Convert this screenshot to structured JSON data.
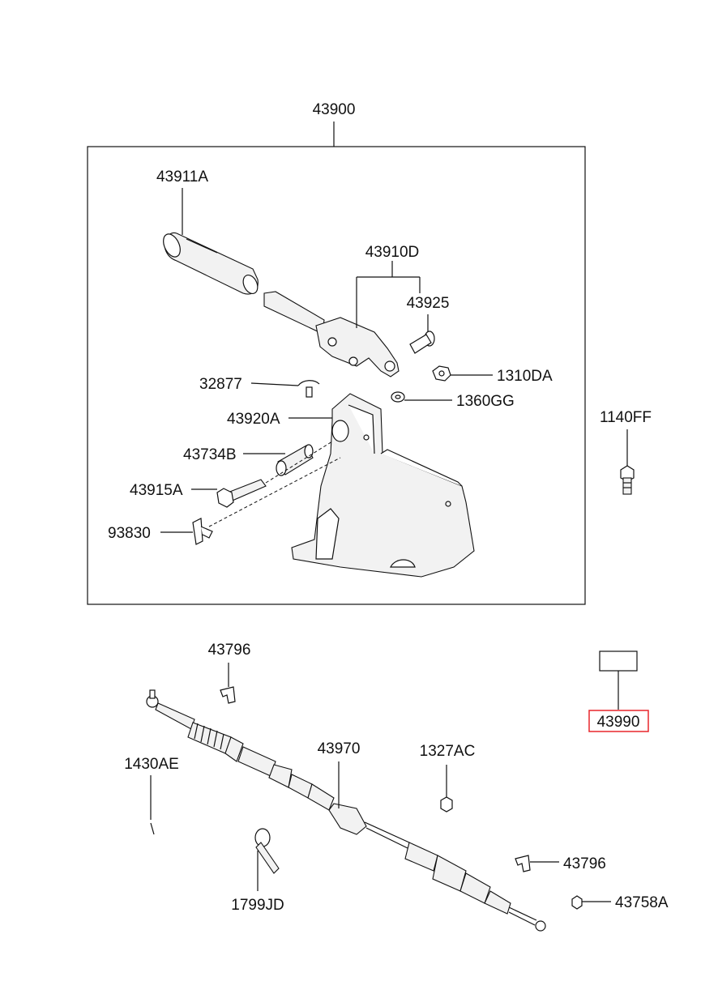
{
  "diagram": {
    "labels": {
      "assembly": "43900",
      "knob": "43911A",
      "lever": "43910D",
      "pin": "43925",
      "nut": "1310DA",
      "washer": "1360GG",
      "spring": "32877",
      "bracket": "43920A",
      "bushing": "43734B",
      "bolt_pin": "43915A",
      "clip": "93830",
      "bolt": "1140FF",
      "clip_top": "43796",
      "cable": "43970",
      "nut_small": "1327AC",
      "cotter_pin": "1430AE",
      "strap": "1799JD",
      "clip_bottom": "43796",
      "nut_end": "43758A",
      "highlighted": "43990"
    },
    "highlight_color": "#e8262b"
  }
}
